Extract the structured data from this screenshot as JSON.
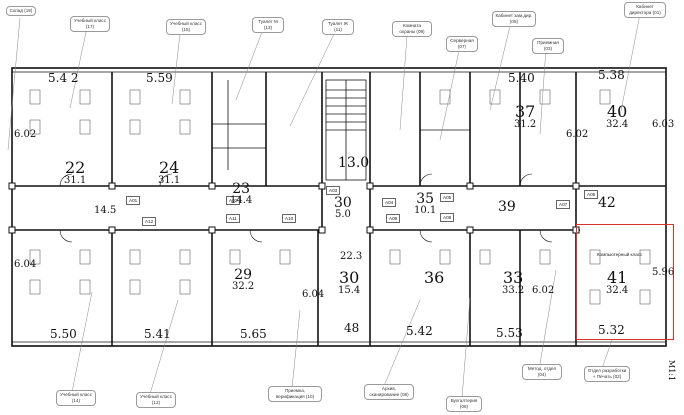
{
  "callouts": [
    {
      "id": "c19",
      "text": "Склад (19)"
    },
    {
      "id": "c17",
      "text": "Учебный класс (17)"
    },
    {
      "id": "c15",
      "text": "Учебный класс (15)"
    },
    {
      "id": "c13",
      "text": "Туалет М (13)"
    },
    {
      "id": "c11",
      "text": "Туалет Ж (11)"
    },
    {
      "id": "c09",
      "text": "Комната охраны (09)"
    },
    {
      "id": "c07",
      "text": "Серверная (07)"
    },
    {
      "id": "c05",
      "text": "Кабинет зам.дир. (05)"
    },
    {
      "id": "c03",
      "text": "Приемная (03)"
    },
    {
      "id": "c01",
      "text": "Кабинет директора (01)"
    },
    {
      "id": "c14",
      "text": "Учебный класс (14)"
    },
    {
      "id": "c12",
      "text": "Учебный класс (12)"
    },
    {
      "id": "c10",
      "text": "Приемка, верификация (10)"
    },
    {
      "id": "c08",
      "text": "Архив, сканирование (08)"
    },
    {
      "id": "c06",
      "text": "Бухгалтерия (06)"
    },
    {
      "id": "c04",
      "text": "Метод. отдел (04)"
    },
    {
      "id": "c02",
      "text": "Отдел разработки + Печать (02)"
    }
  ],
  "tags": [
    "А01",
    "А12",
    "А02",
    "А11",
    "А10",
    "А03",
    "А04",
    "А09",
    "А05",
    "А08",
    "А07",
    "А06"
  ],
  "handwritten": {
    "top_dims": [
      "5.4 2",
      "5.59",
      "5.40",
      "5.38"
    ],
    "bottom_dims": [
      "5.50",
      "5.41",
      "5.65",
      "5.42",
      "5.53",
      "5.32"
    ],
    "side_dims": [
      "6.04",
      "6.02",
      "6.03",
      "5.96",
      "6.04",
      "6.02",
      "6.02",
      "14.5",
      "22.3"
    ],
    "room_numbers": [
      {
        "num": "22",
        "area": "31.1"
      },
      {
        "num": "24",
        "area": "31.1"
      },
      {
        "num": "40",
        "area": "32.4"
      },
      {
        "num": "37",
        "area": "31.2"
      },
      {
        "num": "13.0",
        "area": ""
      },
      {
        "num": "23",
        "area": "14.4"
      },
      {
        "num": "30",
        "area": "5.0"
      },
      {
        "num": "35",
        "area": "10.1"
      },
      {
        "num": "39",
        "area": ""
      },
      {
        "num": "42",
        "area": ""
      },
      {
        "num": "29",
        "area": "32.2"
      },
      {
        "num": "30",
        "area": "15.4"
      },
      {
        "num": "36",
        "area": ""
      },
      {
        "num": "33",
        "area": "33.2"
      },
      {
        "num": "41",
        "area": "32.4"
      },
      {
        "num": "48",
        "area": ""
      }
    ],
    "side_label": "M1:1"
  },
  "selected_room": {
    "label": "Компьютерный класс"
  },
  "colors": {
    "highlight": "#d9342b",
    "wall": "#111111",
    "callout_border": "#9a9a9a"
  }
}
